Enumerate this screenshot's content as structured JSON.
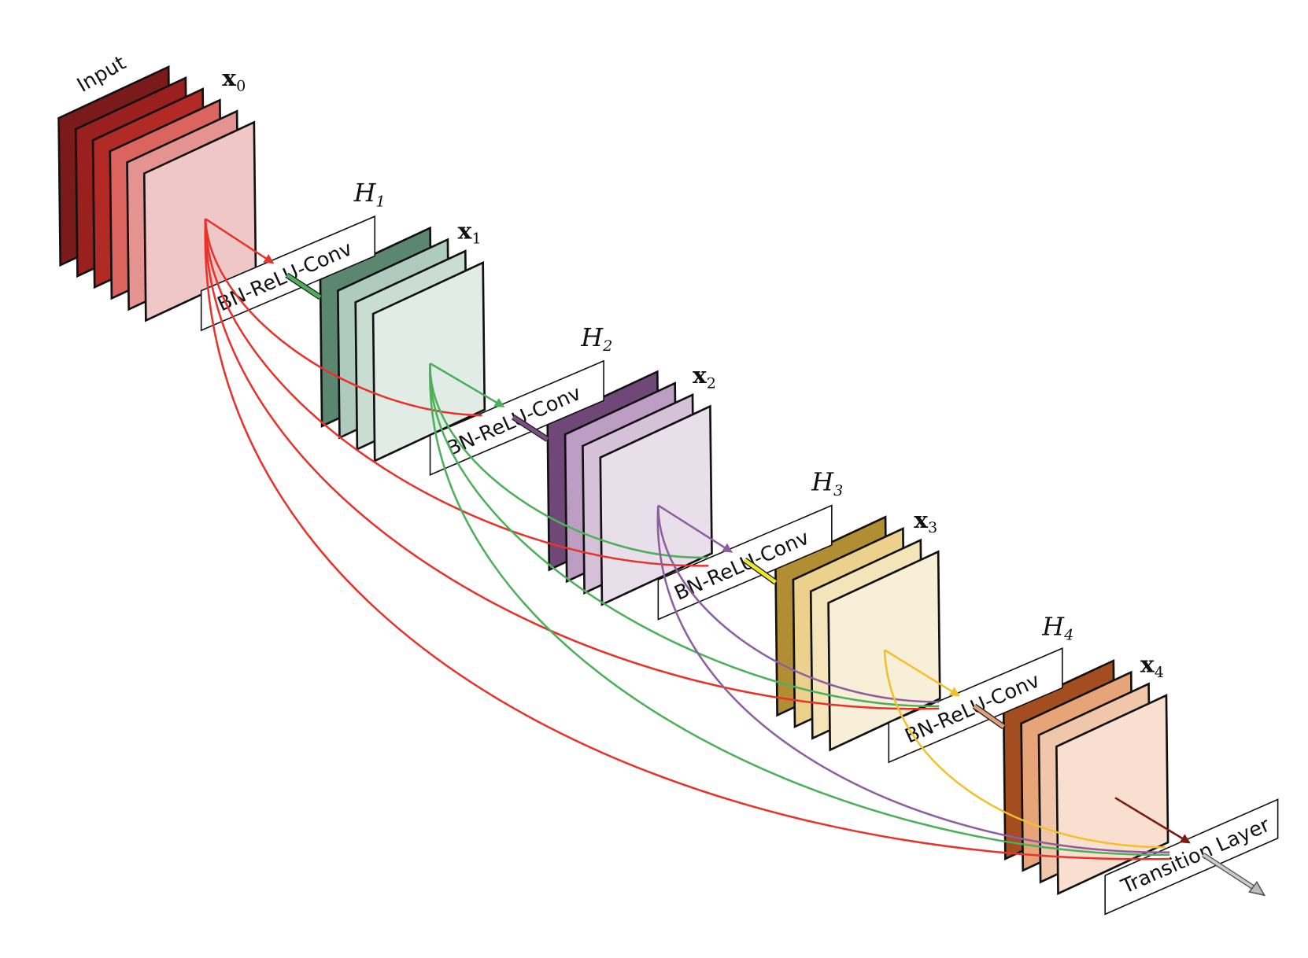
{
  "input_label": "Input",
  "layers": [
    {
      "feature_label": "x",
      "feature_sub": "0"
    },
    {
      "h_label": "H",
      "h_sub": "1",
      "op_label": "BN-ReLU-Conv",
      "feature_label": "x",
      "feature_sub": "1"
    },
    {
      "h_label": "H",
      "h_sub": "2",
      "op_label": "BN-ReLU-Conv",
      "feature_label": "x",
      "feature_sub": "2"
    },
    {
      "h_label": "H",
      "h_sub": "3",
      "op_label": "BN-ReLU-Conv",
      "feature_label": "x",
      "feature_sub": "3"
    },
    {
      "h_label": "H",
      "h_sub": "4",
      "op_label": "BN-ReLU-Conv",
      "feature_label": "x",
      "feature_sub": "4"
    }
  ],
  "transition_label": "Transition Layer",
  "colors": {
    "input": [
      "#7b1a1a",
      "#9a2020",
      "#b22a26",
      "#dc645e",
      "#e59390",
      "#f0c7c7"
    ],
    "block1": [
      "#5b8770",
      "#aecbbd",
      "#c9ddd3",
      "#e2ece6"
    ],
    "block2": [
      "#6f4877",
      "#bd9dc3",
      "#d6c2d8",
      "#e8dfea"
    ],
    "block3": [
      "#b18e33",
      "#ecd18c",
      "#f3e4ba",
      "#f8efd8"
    ],
    "block4": [
      "#a44d20",
      "#e8a479",
      "#f1c7ab",
      "#f8dfd0"
    ],
    "red": "#e8322a",
    "green": "#4caf5a",
    "purple": "#8e5f9e",
    "yellow": "#f3bf2b",
    "darkred": "#7a1a10"
  }
}
